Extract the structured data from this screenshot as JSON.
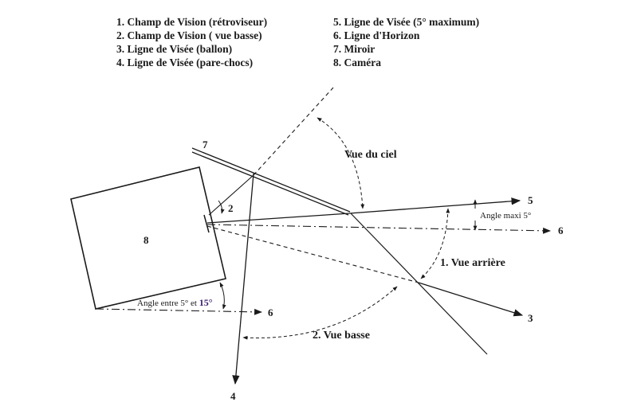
{
  "legend": {
    "items": [
      "1. Champ de Vision (rétroviseur)",
      "2. Champ de Vision ( vue basse)",
      "3. Ligne de Visée (ballon)",
      "4. Ligne de Visée (pare-chocs)",
      "5. Ligne de Visée (5° maximum)",
      "6. Ligne d'Horizon",
      "7. Miroir",
      "8. Caméra"
    ]
  },
  "diagram": {
    "camera_label": "8",
    "mirror_label": "7",
    "label_2": "2",
    "line5_label": "5",
    "line6_label": "6",
    "line6b_label": "6",
    "line3_label": "3",
    "line4_label": "4",
    "vue_du_ciel": "Vue du ciel",
    "vue_arriere": "1. Vue arrière",
    "vue_basse": "2. Vue basse",
    "angle_maxi": "Angle maxi 5°",
    "angle_entre_prefix": "Angle entre 5° et ",
    "angle_entre_value": "15°",
    "angle_entre_color": "#3a1f6e"
  }
}
